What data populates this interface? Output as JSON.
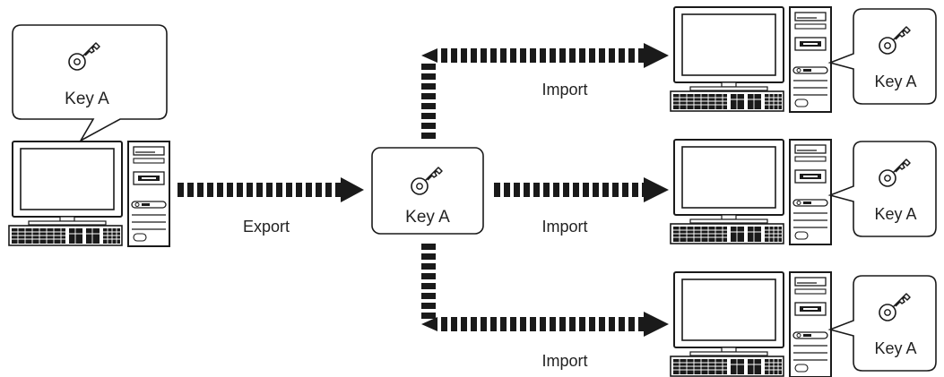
{
  "colors": {
    "stroke": "#1a1a1a",
    "fill": "#ffffff",
    "screen": "#ffffff",
    "text": "#222222"
  },
  "source": {
    "key_label": "Key A"
  },
  "center": {
    "key_label": "Key A"
  },
  "export_label": "Export",
  "targets": [
    {
      "import_label": "Import",
      "key_label": "Key A"
    },
    {
      "import_label": "Import",
      "key_label": "Key A"
    },
    {
      "import_label": "Import",
      "key_label": "Key A"
    }
  ]
}
